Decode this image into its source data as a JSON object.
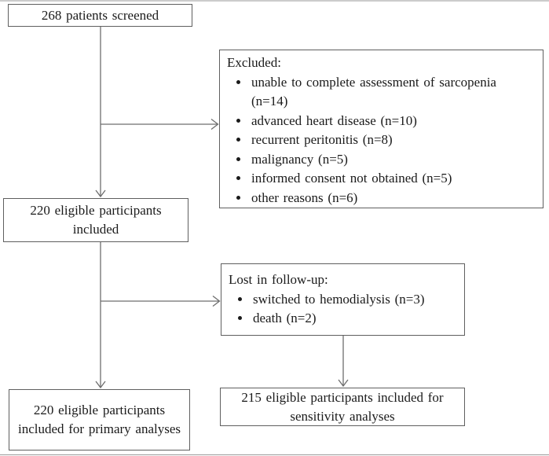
{
  "colors": {
    "background": "#ffffff",
    "box_border": "#5f5f5f",
    "connector": "#6e6e6e",
    "text": "#1a1a1a",
    "edge_rule": "#9a9a9a"
  },
  "nodes": {
    "screened": {
      "text": "268 patients screened"
    },
    "excluded": {
      "title": "Excluded:",
      "items": [
        "unable to complete assessment of sarcopenia (n=14)",
        "advanced heart disease (n=10)",
        "recurrent peritonitis (n=8)",
        "malignancy (n=5)",
        "informed consent not obtained (n=5)",
        "other reasons (n=6)"
      ]
    },
    "eligible": {
      "text": "220 eligible participants included"
    },
    "lost": {
      "title": "Lost in follow-up:",
      "items": [
        "switched to hemodialysis (n=3)",
        "death (n=2)"
      ]
    },
    "primary": {
      "text": "220 eligible participants included for primary analyses"
    },
    "sensitivity": {
      "text": "215 eligible participants included for sensitivity analyses"
    }
  }
}
